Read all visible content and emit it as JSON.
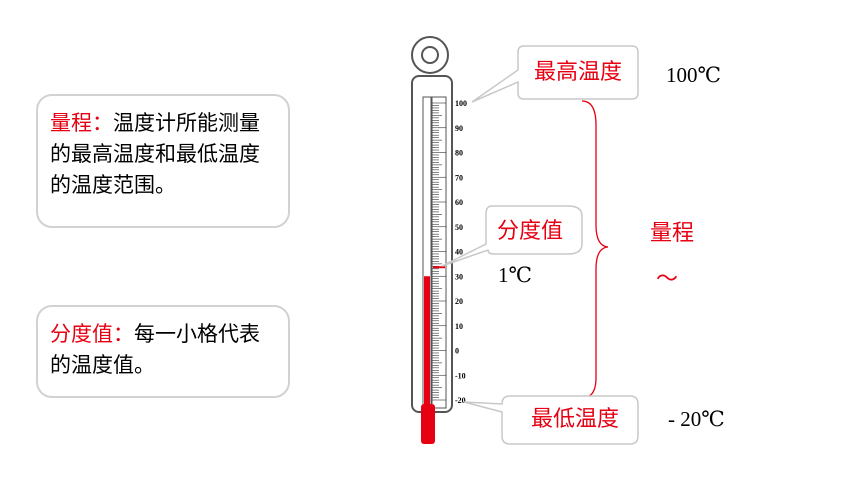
{
  "definitions": {
    "range": {
      "term": "量程：",
      "text": "温度计所能测量的最高温度和最低温度的温度范围。"
    },
    "division": {
      "term": "分度值：",
      "text": "每一小格代表的温度值。"
    }
  },
  "callouts": {
    "max_label": "最高温度",
    "max_value": "100℃",
    "min_label": "最低温度",
    "min_value": "- 20℃",
    "division_label": "分度值",
    "division_value": "1℃",
    "range_label": "量程",
    "range_symbol": "～"
  },
  "thermometer": {
    "scale_labels": [
      "100",
      "90",
      "80",
      "70",
      "60",
      "50",
      "40",
      "30",
      "20",
      "10",
      "0",
      "-10",
      "-20"
    ],
    "scale_max": 100,
    "scale_min": -20,
    "reading": 30,
    "colors": {
      "liquid": "#e60012",
      "accent": "#e60012",
      "outline": "#555555",
      "card_border": "#d2d2d2"
    }
  }
}
